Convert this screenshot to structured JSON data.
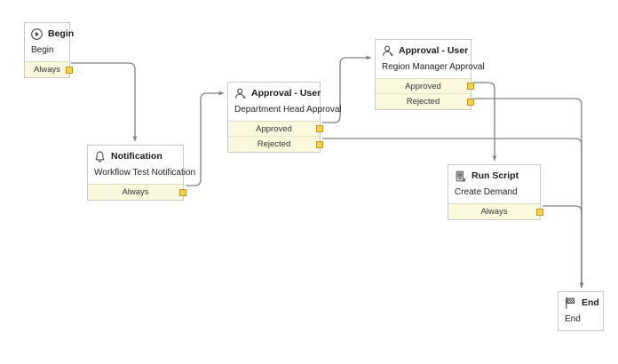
{
  "diagram": {
    "title": "Workflow Designer Canvas",
    "background": "#ffffff",
    "colors": {
      "node_border": "#c8c8c8",
      "node_background": "#ffffff",
      "footer_background": "#faf8dd",
      "port_fill": "#ffd23a",
      "port_border": "#b8972c",
      "edge_stroke": "#808080"
    }
  },
  "nodes": [
    {
      "id": "begin",
      "icon": "play-circle-icon",
      "title": "Begin",
      "body": "Begin",
      "footers": [
        {
          "label": "Always",
          "port": "output-port"
        }
      ]
    },
    {
      "id": "notification",
      "icon": "bell-icon",
      "title": "Notification",
      "body": "Workflow Test Notification",
      "footers": [
        {
          "label": "Always",
          "port": "output-port"
        }
      ]
    },
    {
      "id": "approval-dept",
      "icon": "user-icon",
      "title": "Approval - User",
      "body": "Department Head Approval",
      "footers": [
        {
          "label": "Approved",
          "port": "output-port"
        },
        {
          "label": "Rejected",
          "port": "output-port"
        }
      ]
    },
    {
      "id": "approval-region",
      "icon": "user-icon",
      "title": "Approval - User",
      "body": "Region Manager Approval",
      "footers": [
        {
          "label": "Approved",
          "port": "output-port"
        },
        {
          "label": "Rejected",
          "port": "output-port"
        }
      ]
    },
    {
      "id": "runscript",
      "icon": "script-icon",
      "title": "Run Script",
      "body": "Create Demand",
      "footers": [
        {
          "label": "Always",
          "port": "output-port"
        }
      ]
    },
    {
      "id": "end",
      "icon": "checkered-flag-icon",
      "title": "End",
      "body": "End",
      "footers": []
    }
  ],
  "edges": [
    {
      "id": "begin-to-notification",
      "from": "begin.Always",
      "to": "notification.top"
    },
    {
      "id": "notification-to-approval-dept",
      "from": "notification.Always",
      "to": "approval-dept.left"
    },
    {
      "id": "approval-dept-approved-to-approval-region",
      "from": "approval-dept.Approved",
      "to": "approval-region.left"
    },
    {
      "id": "approval-dept-rejected-to-end",
      "from": "approval-dept.Rejected",
      "to": "end.top"
    },
    {
      "id": "approval-region-approved-to-runscript",
      "from": "approval-region.Approved",
      "to": "runscript.top"
    },
    {
      "id": "approval-region-rejected-to-end",
      "from": "approval-region.Rejected",
      "to": "end.top"
    },
    {
      "id": "runscript-to-end",
      "from": "runscript.Always",
      "to": "end.top"
    }
  ]
}
